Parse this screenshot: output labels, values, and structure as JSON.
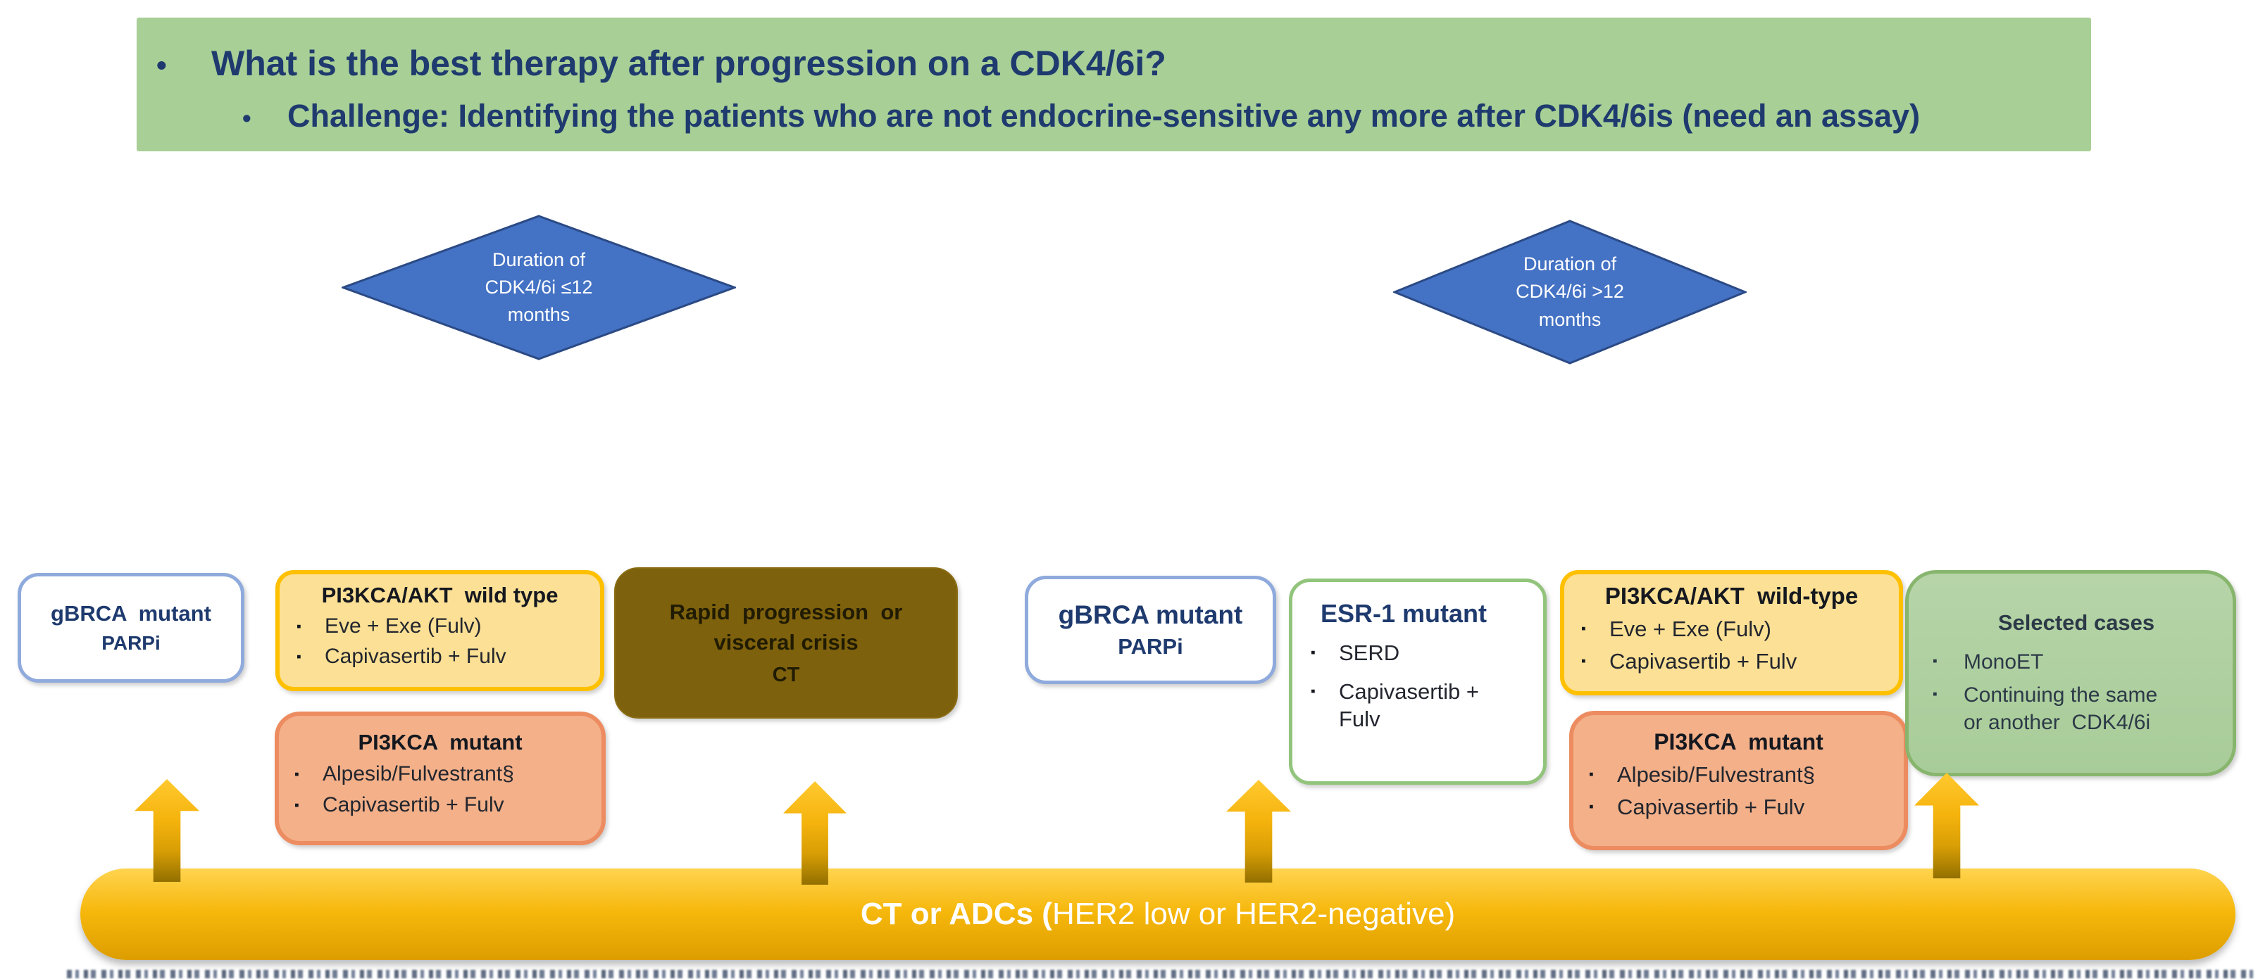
{
  "glyphs": {
    "round_bullet": "•",
    "square_bullet": "▪"
  },
  "header": {
    "bullet": "•",
    "line1": "What is the best therapy after progression on a CDK4/6i?",
    "line2": "Challenge: Identifying the patients who are not endocrine-sensitive any more after CDK4/6is (need an assay)"
  },
  "decision_diamonds": {
    "short_duration": "Duration of\nCDK4/6i ≤12\nmonths",
    "long_duration": "Duration of\nCDK4/6i >12\nmonths"
  },
  "branch_short": {
    "gbrca": {
      "title": "gBRCA  mutant",
      "therapy": "PARPi"
    },
    "wild_type": {
      "title": "PI3KCA/AKT  wild type",
      "bullets": [
        "Eve + Exe (Fulv)",
        "Capivasertib + Fulv"
      ]
    },
    "pi3kca_mutant": {
      "title": "PI3KCA  mutant",
      "bullets": [
        "Alpesib/Fulvestrant§",
        "Capivasertib + Fulv"
      ]
    },
    "rapid_progression": {
      "line1": "Rapid  progression  or",
      "line2": "visceral crisis",
      "line3": "CT"
    }
  },
  "branch_long": {
    "gbrca": {
      "title": "gBRCA mutant",
      "therapy": "PARPi"
    },
    "esr1": {
      "title": "ESR-1 mutant",
      "bullets": [
        "SERD",
        "Capivasertib + Fulv"
      ]
    },
    "wild_type": {
      "title": "PI3KCA/AKT  wild-type",
      "bullets": [
        "Eve + Exe (Fulv)",
        "Capivasertib + Fulv"
      ]
    },
    "pi3kca_mutant": {
      "title": "PI3KCA  mutant",
      "bullets": [
        "Alpesib/Fulvestrant§",
        "Capivasertib + Fulv"
      ]
    },
    "selected_cases": {
      "title": "Selected cases",
      "bullets": [
        "MonoET",
        "Continuing the same or another  CDK4/6i"
      ]
    }
  },
  "base_bar": {
    "label_bold": "CT or ADCs (",
    "label_regular": "HER2 low or HER2-negative)"
  },
  "palette": {
    "banner_green": "#A8CF96",
    "navy_text": "#1E3A6E",
    "diamond_blue": "#4472C4",
    "diamond_border": "#2B4A85",
    "blue_box_border": "#8FAADC",
    "yellow_fill": "#FCE095",
    "yellow_border": "#FFC000",
    "salmon_fill": "#F3B089",
    "salmon_border": "#EC8C60",
    "brown_fill": "#7E610D",
    "green_fill": "#AECFA0",
    "green_border": "#87B56D",
    "bar_gold": "#F6B70B",
    "arrow_gold": "#F5B30D",
    "white": "#FFFFFF"
  }
}
